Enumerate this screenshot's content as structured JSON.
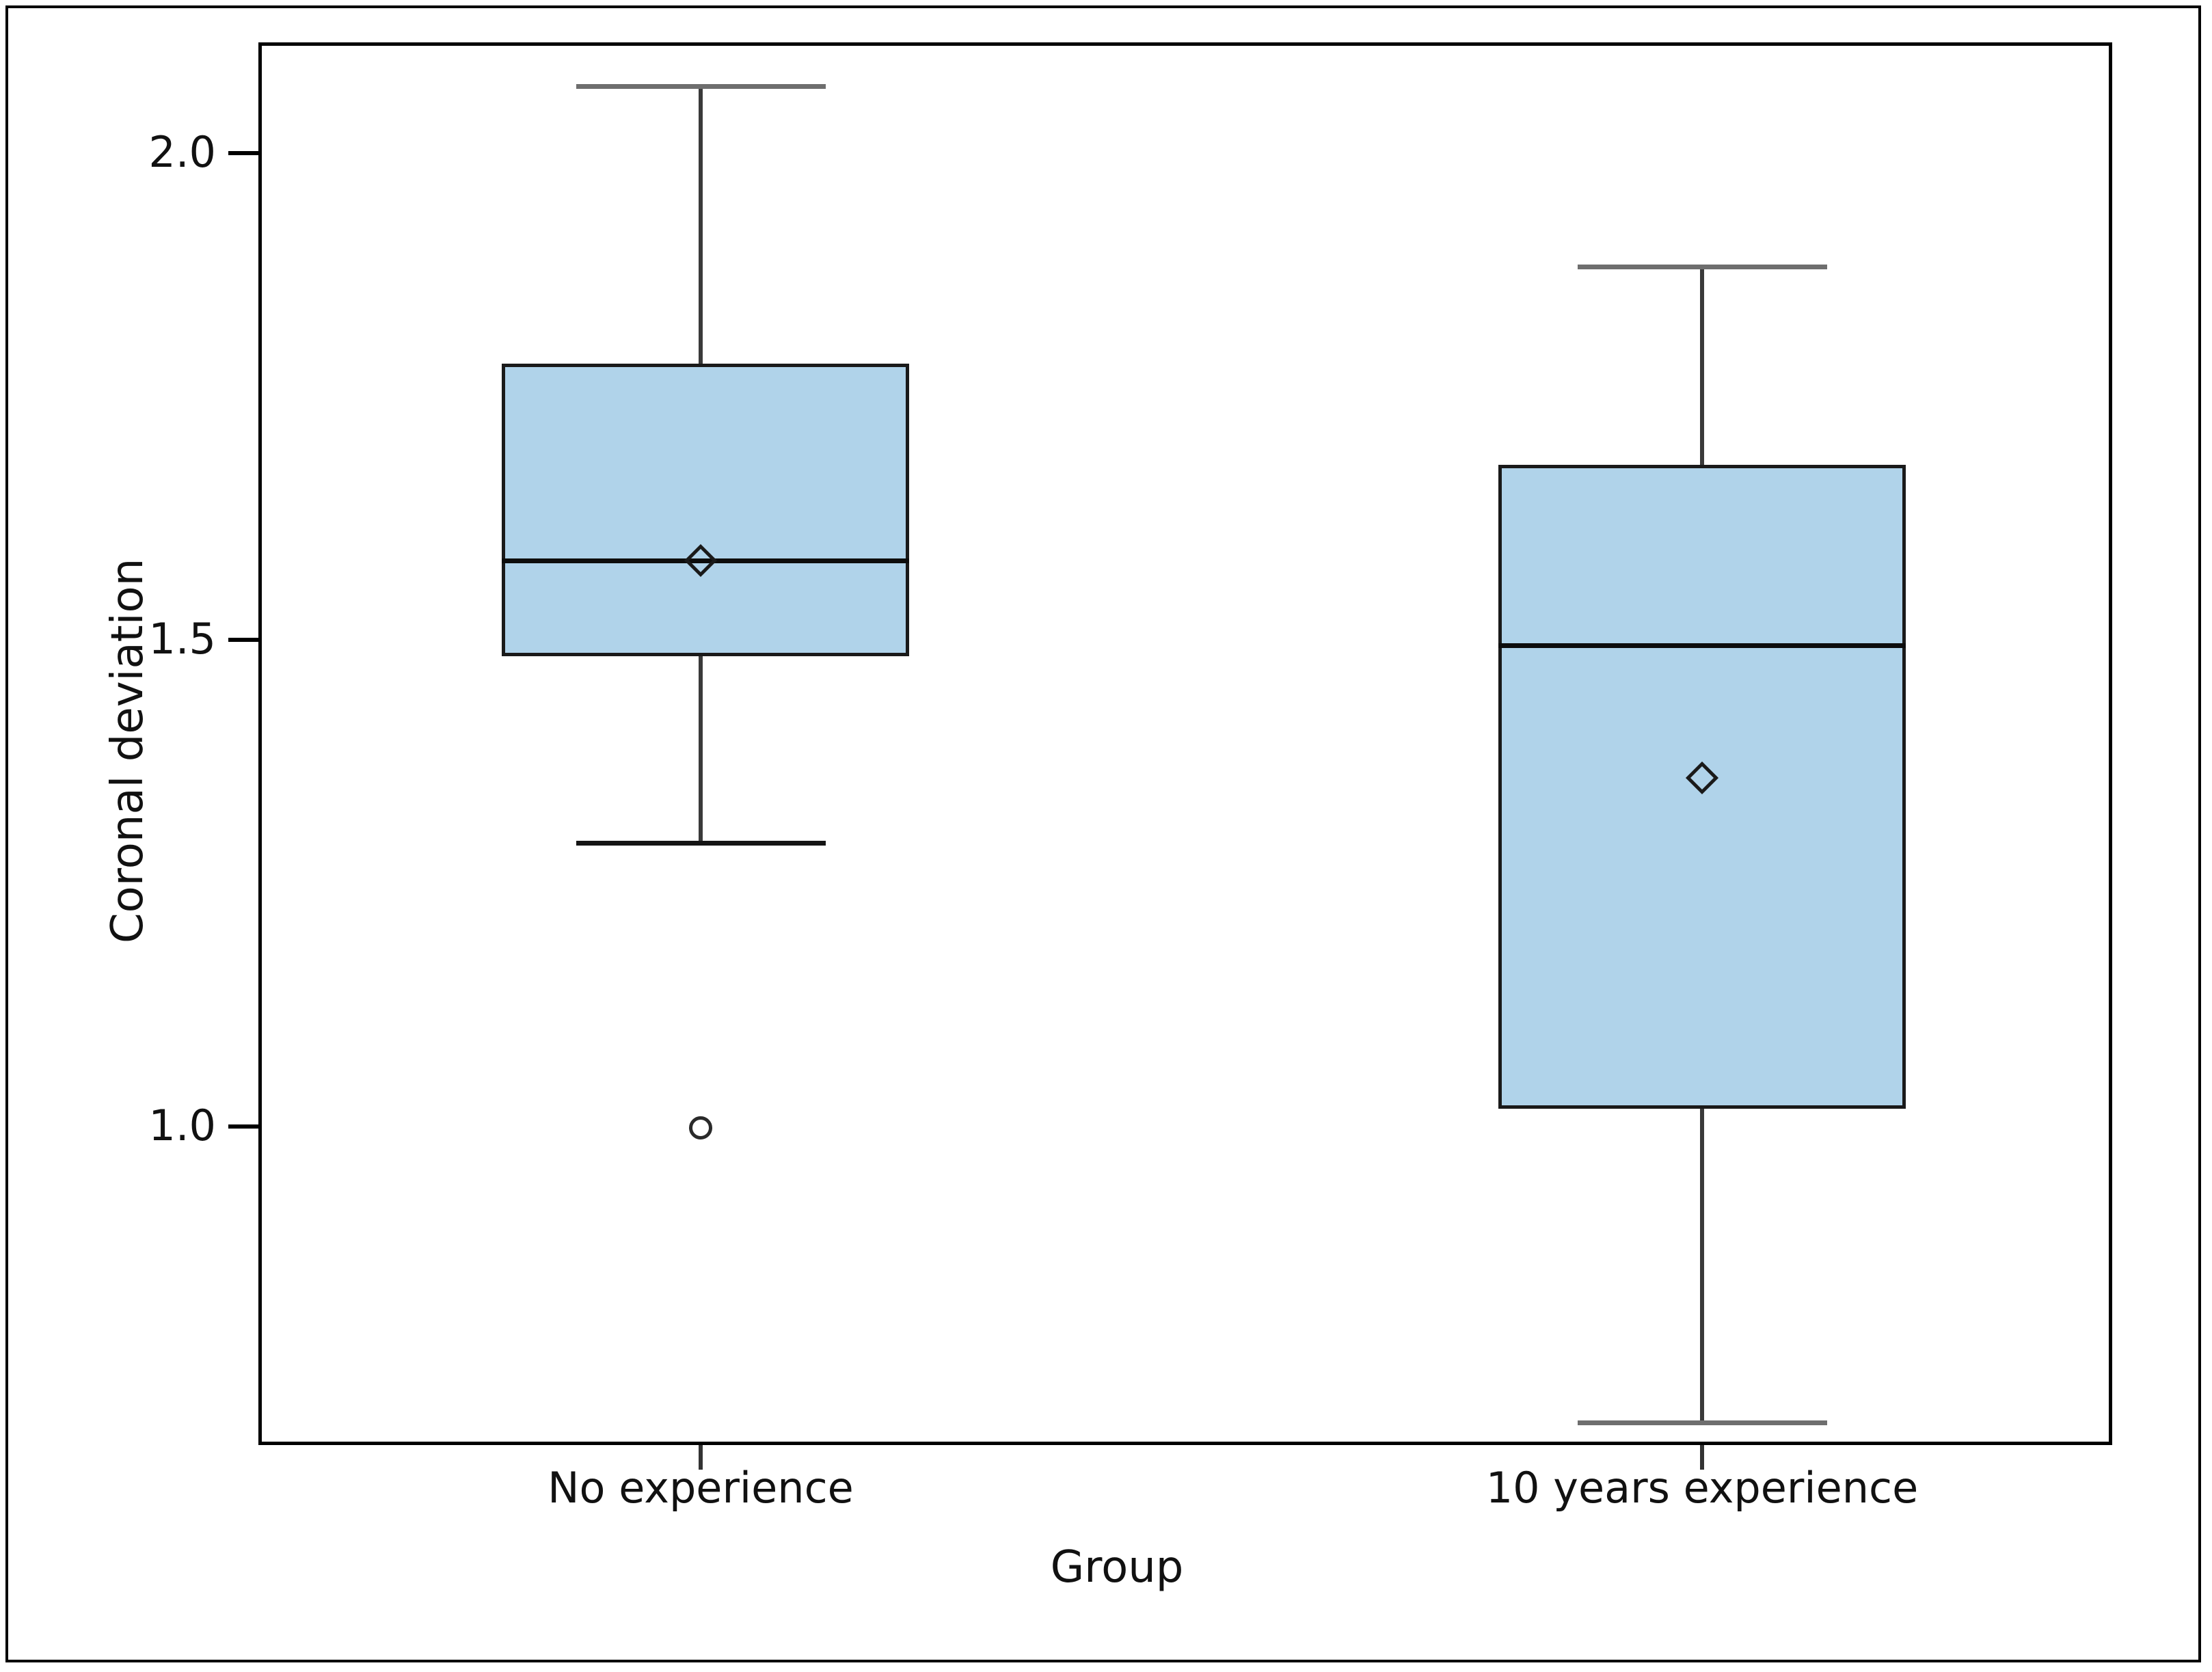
{
  "chart_data": {
    "type": "box",
    "title": "",
    "xlabel": "Group",
    "ylabel": "Coronal deviation",
    "categories": [
      "No experience",
      "10 years experience"
    ],
    "y_ticks": [
      "1.0",
      "1.5",
      "2.0"
    ],
    "y_tick_values": [
      1.0,
      1.5,
      2.0
    ],
    "ylim": [
      0.64,
      2.13
    ],
    "grid": false,
    "legend": "none",
    "box_fill_color": "#b0d3ea",
    "box_line_color": "#1a1a1a",
    "whisker_color": "#6e6e6e",
    "series": [
      {
        "name": "No experience",
        "whisker_low": 1.3,
        "q1": 1.5,
        "median": 1.6,
        "q3": 1.8,
        "whisker_high": 2.1,
        "mean": 1.6,
        "outliers": [
          1.0
        ]
      },
      {
        "name": "10 years experience",
        "whisker_low": 0.7,
        "q1": 1.0,
        "median": 1.5,
        "q3": 1.7,
        "whisker_high": 1.88,
        "mean": 1.36,
        "outliers": []
      }
    ]
  },
  "axis": {
    "y_title": "Coronal deviation",
    "x_title": "Group",
    "y_tick_0": "1.0",
    "y_tick_1": "1.5",
    "y_tick_2": "2.0",
    "x_tick_0": "No experience",
    "x_tick_1": "10 years experience"
  }
}
